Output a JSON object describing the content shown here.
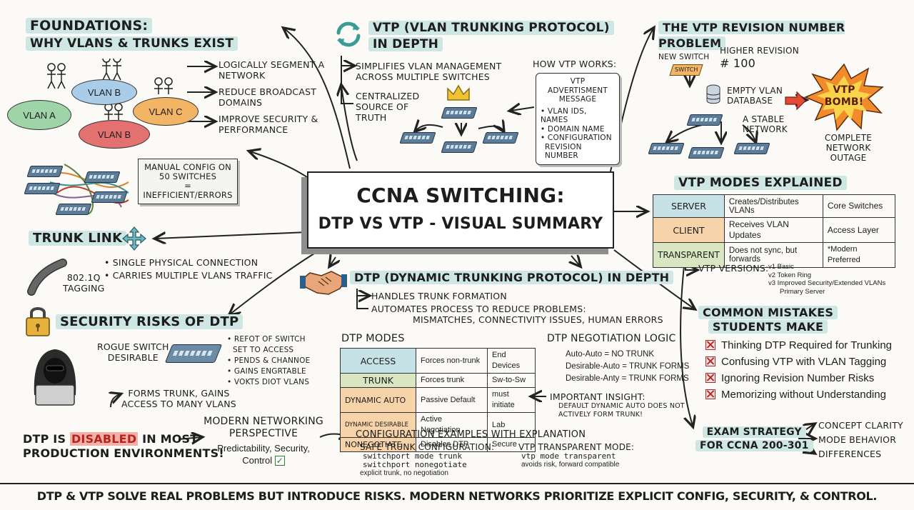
{
  "foundations": {
    "title_line1": "FOUNDATIONS:",
    "title_line2": "WHY VLANs & TRUNKS EXIST",
    "vlans": [
      "VLAN A",
      "VLAN B",
      "VLAN C",
      "VLAN B"
    ],
    "bullets": [
      "LOGICALLY SEGMENT A NETWORK",
      "REDUCE BROADCAST DOMAINS",
      "IMPROVE SECURITY & PERFORMANCE"
    ],
    "manual_note": [
      "MANUAL CONFIG ON",
      "50 SWITCHES",
      "=",
      "INEFFICIENT/ERRORS"
    ]
  },
  "trunk": {
    "title": "TRUNK LINK",
    "cable_label": [
      "802.1Q",
      "TAGGING"
    ],
    "bullets": [
      "• SINGLE PHYSICAL CONNECTION",
      "• CARRIES MULTIPLE VLANs TRAFFIC"
    ]
  },
  "security": {
    "title": "SECURITY RISKS OF DTP",
    "rogue_label": [
      "ROGUE SWITCH",
      "DESIRABLE"
    ],
    "bullets": [
      "• REFOT OF SWITCH",
      "SET TO ACCESS",
      "• PENDS & CHANNOE",
      "• GAINS ENGRTABLE",
      "• VOKTS DIOT VLANs"
    ],
    "forms_trunk": [
      "FORMS TRUNK, GAINS",
      "ACCESS TO MANY VLANs"
    ],
    "disabled_pre": "DTP IS ",
    "disabled_word": "DISABLED",
    "disabled_post": " IN MOST",
    "disabled_line2": "PRODUCTION ENVIRONMENTS!"
  },
  "modern": {
    "title": [
      "MODERN NETWORKING",
      "PERSPECTIVE"
    ],
    "text": [
      "Predictability, Security,",
      "Control"
    ]
  },
  "center": {
    "line1": "CCNA SWITCHING:",
    "line2": "DTP vs VTP - VISUAL SUMMARY"
  },
  "vtp": {
    "title_line1": "VTP (VLAN TRUNKING PROTOCOL)",
    "title_line2": "IN DEPTH",
    "bullets": [
      [
        "SIMPLIFIES VLAN MANAGEMENT",
        "ACROSS MULTIPLE SWITCHES"
      ],
      [
        "CENTRALIZED",
        "SOURCE OF",
        "TRUTH"
      ]
    ],
    "how_title": "HOW VTP WORKS:",
    "msg_title": [
      "VTP ADVERTISMENT",
      "MESSAGE"
    ],
    "msg_items": [
      "• VLAN IDs, NAMES",
      "• DOMAIN NAME",
      "• CONFIGURATION",
      "REVISION NUMBER"
    ]
  },
  "revision": {
    "title": "THE VTP REVISION NUMBER PROBLEM",
    "new_switch": "NEW SWITCH",
    "switch_tag": "SWITCH",
    "higher": [
      "HIGHER REVISION",
      "# 100"
    ],
    "empty_db": [
      "EMPTY VLAN",
      "DATABASE"
    ],
    "stable": [
      "A STABLE",
      "NETWORK"
    ],
    "bomb": [
      "VTP",
      "BOMB!"
    ],
    "outage": [
      "COMPLETE",
      "NETWORK",
      "OUTAGE"
    ]
  },
  "vtp_modes": {
    "title": "VTP MODES EXPLAINED",
    "rows": [
      {
        "mode": "SERVER",
        "desc": "Creates/Distributes VLANs",
        "use": "Core Switches",
        "color": "#c7e2e6"
      },
      {
        "mode": "CLIENT",
        "desc": "Receives VLAN Updates",
        "use": "Access Layer",
        "color": "#f6d3a8"
      },
      {
        "mode": "TRANSPARENT",
        "desc": "Does not sync, but forwards",
        "use": "*Modern Preferred",
        "color": "#d9e6c2"
      }
    ],
    "versions_label": "VTP VERSIONS:",
    "versions": [
      "v1 Basic",
      "v2 Token Ring",
      "v3 Improved Security/Extended VLANs",
      "Primary Server"
    ]
  },
  "dtp": {
    "title": "DTP (DYNAMIC TRUNKING PROTOCOL) IN DEPTH",
    "bullets": [
      "HANDLES TRUNK FORMATION",
      "AUTOMATES PROCESS TO REDUCE PROBLEMS:"
    ],
    "problems": "MISMATCHES, CONNECTIVITY ISSUES, HUMAN ERRORS",
    "modes_title": "DTP MODES",
    "modes": [
      {
        "mode": "ACCESS",
        "desc": "Forces non-trunk",
        "use": "End Devices",
        "color": "#c7e2e6"
      },
      {
        "mode": "TRUNK",
        "desc": "Forces trunk",
        "use": "Sw-to-Sw",
        "color": "#d9e6c2"
      },
      {
        "mode": "DYNAMIC AUTO",
        "desc": "Passive Default",
        "use": "must initiate",
        "color": "#f6d3a8"
      },
      {
        "mode": "DYNAMIC DESIRABLE",
        "desc": "Active Negotiation",
        "use": "Lab",
        "color": "#f6d3a8"
      },
      {
        "mode": "NONEGOTIATE",
        "desc": "Disables DTP",
        "use": "Secure",
        "color": "#f6d3a8"
      }
    ],
    "logic_title": "DTP NEGOTIATION LOGIC",
    "logic": [
      "Auto-Auto = NO TRUNK",
      "Desirable-Auto = TRUNK FORMS",
      "Desirable-Anty = TRUNK FORMS"
    ],
    "insight_title": "IMPORTANT INSIGHT:",
    "insight": [
      "DEFAULT DYNAMIC AUTO DOES NOT",
      "ACTIVELY FORM TRUNK!"
    ]
  },
  "config": {
    "title": "CONFIGURATION EXAMPLES WITH EXPLANATION",
    "safe_title": "SAFE TRUNK CONFIGURATION:",
    "safe_cmds": [
      "switchport mode trunk",
      "switchport nonegotiate"
    ],
    "safe_note": "explicit trunk, no negotiation",
    "vtp_title": "VTP TRANSPARENT MODE:",
    "vtp_cmd": "vtp mode transparent",
    "vtp_note": "avoids risk, forward compatible"
  },
  "mistakes": {
    "title": [
      "COMMON MISTAKES",
      "STUDENTS MAKE"
    ],
    "items": [
      "Thinking DTP Required for Trunking",
      "Confusing VTP with VLAN Tagging",
      "Ignoring Revision Number Risks",
      "Memorizing without Understanding"
    ]
  },
  "exam": {
    "title": [
      "EXAM STRATEGY",
      "FOR CCNA 200-301"
    ],
    "items": [
      "CONCEPT CLARITY",
      "MODE BEHAVIOR",
      "DIFFERENCES"
    ]
  },
  "footer": "DTP & VTP SOLVE REAL PROBLEMS BUT INTRODUCE RISKS. MODERN NETWORKS PRIORITIZE EXPLICIT CONFIG, SECURITY, & CONTROL."
}
